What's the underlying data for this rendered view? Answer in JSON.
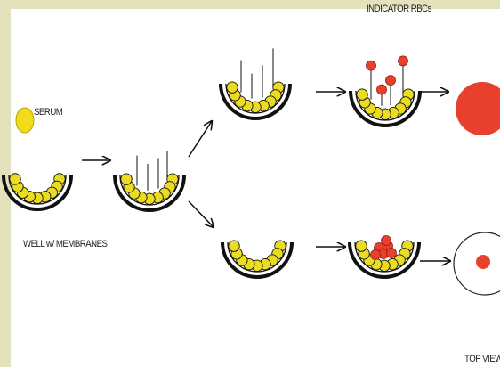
{
  "labels": {
    "serum": "SERUM",
    "well": "WELL w/ MEMBRANES",
    "indicator": "INDICATOR RBCs",
    "top_view": "TOP VIEW"
  },
  "colors": {
    "background": "#e3e2bd",
    "panel": "#ffffff",
    "membrane_yellow": "#ecdc20",
    "serum_yellow": "#f0dc1a",
    "rbc_red": "#e8402c",
    "outline": "#111111"
  }
}
